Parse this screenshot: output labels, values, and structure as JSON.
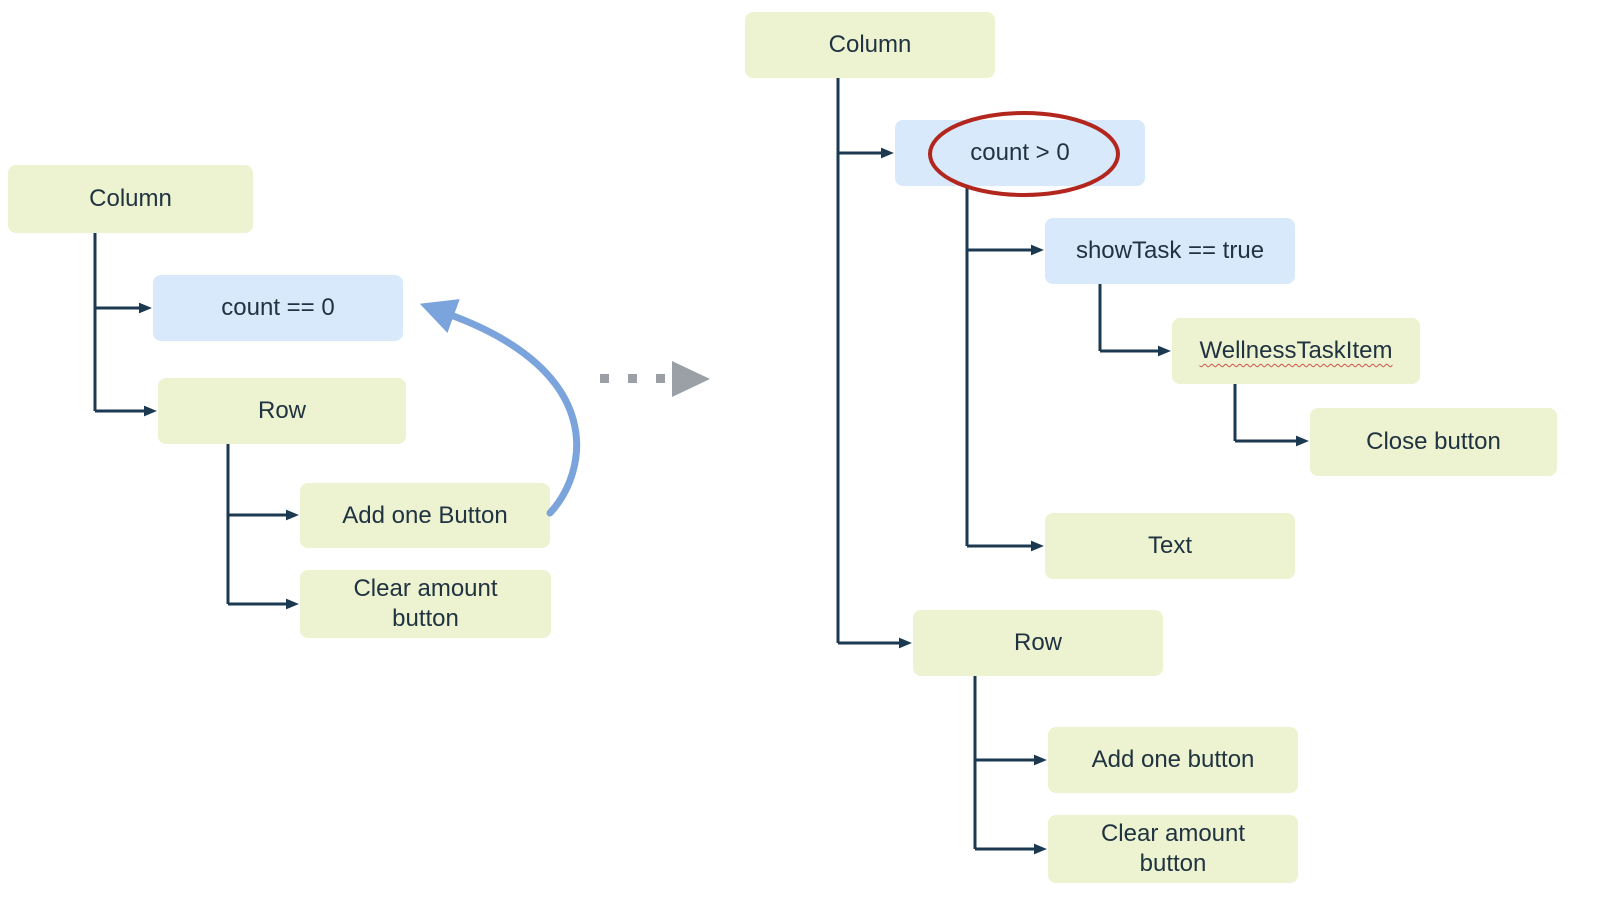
{
  "left_tree": {
    "column": "Column",
    "condition": "count == 0",
    "row": "Row",
    "add_one_button": "Add one Button",
    "clear_amount_button": "Clear amount button"
  },
  "right_tree": {
    "column": "Column",
    "condition": "count > 0",
    "show_task_condition": "showTask == true",
    "wellness_task_item": "WellnessTaskItem",
    "close_button": "Close button",
    "text": "Text",
    "row": "Row",
    "add_one_button": "Add one button",
    "clear_amount_button": "Clear amount button"
  },
  "icons": {
    "transition_arrow": "gray-dotted-right-arrow",
    "loop_arrow": "blue-curved-arrow",
    "highlight": "red-ellipse-annotation"
  },
  "colors": {
    "node_green": "#edf2d0",
    "node_blue": "#d7e9fb",
    "connector": "#1b3a52",
    "highlight_red": "#b3261e",
    "loop_arrow_blue": "#7ba3dc",
    "transition_gray": "#9aa0a6",
    "background": "#ffffff"
  }
}
